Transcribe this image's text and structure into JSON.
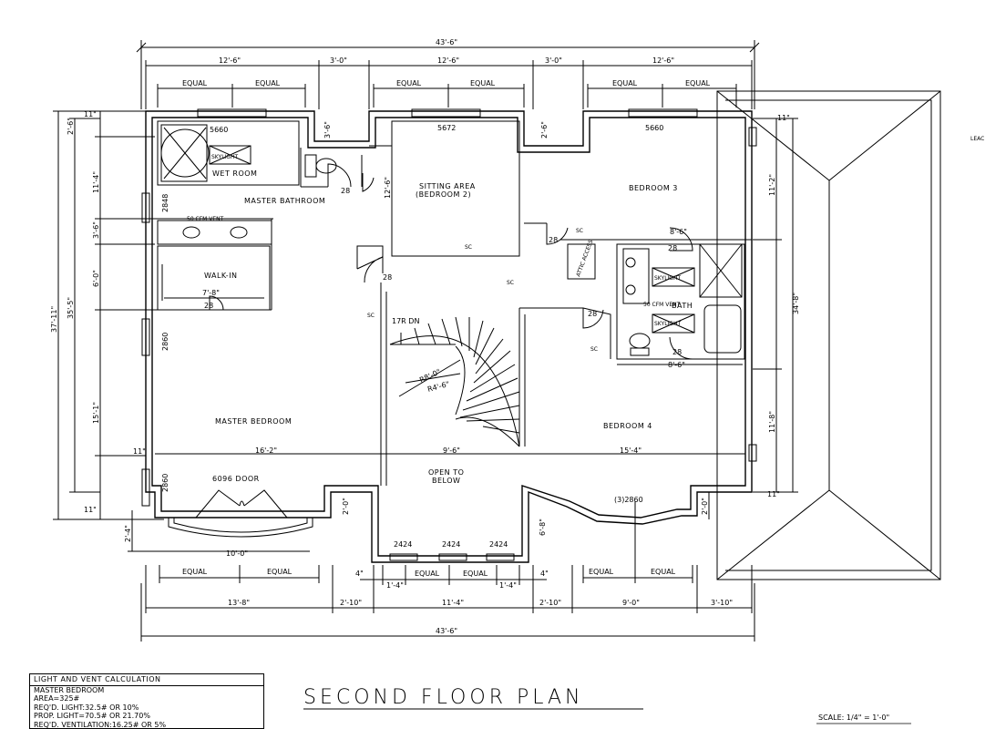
{
  "drawing": {
    "title": "SECOND FLOOR PLAN",
    "scale": "SCALE: 1/4\" = 1'-0\"",
    "edge_label": "LEAC"
  },
  "rooms": {
    "wet_room": "WET ROOM",
    "skylight_wet": "SKYLIGHT",
    "master_bathroom": "MASTER BATHROOM",
    "walk_in": "WALK-IN",
    "master_bedroom": "MASTER BEDROOM",
    "sitting_area_1": "SITTING AREA",
    "sitting_area_2": "(BEDROOM 2)",
    "bedroom3": "BEDROOM 3",
    "bedroom4": "BEDROOM 4",
    "bath": "BATH",
    "skylight_bath1": "SKYLIGHT",
    "skylight_bath2": "SKYLIGHT",
    "open_to_below_1": "OPEN TO",
    "open_to_below_2": "BELOW",
    "attic_access": "ATTIC ACCESS",
    "door_6096": "6096 DOOR",
    "stair_dn": "17R DN",
    "stair_r1": "R8'-0\"",
    "stair_r2": "R4'-6\"",
    "vent_1": "50 CFM VENT",
    "vent_2": "50 CFM VENT"
  },
  "windows": {
    "w1": "5660",
    "w2": "5672",
    "w3": "5660",
    "w4": "2424",
    "w5": "2424",
    "w6": "2424",
    "w7": "(3)2860",
    "w8": "2848",
    "w9": "2860",
    "w10": "2860"
  },
  "smoke": [
    "SC",
    "SC",
    "SC",
    "SC",
    "SC"
  ],
  "doors": [
    "28",
    "28",
    "28",
    "28",
    "28",
    "28",
    "28"
  ],
  "dims_top": {
    "overall": "43'-6\"",
    "seg1": "12'-6\"",
    "seg2": "3'-0\"",
    "seg3": "12'-6\"",
    "seg4": "3'-0\"",
    "seg5": "12'-6\"",
    "eq1": "EQUAL",
    "eq2": "EQUAL",
    "eq3": "EQUAL",
    "eq4": "EQUAL",
    "eq5": "EQUAL",
    "eq6": "EQUAL"
  },
  "dims_bottom": {
    "overall": "43'-6\"",
    "seg1": "13'-8\"",
    "seg2": "2'-10\"",
    "seg3": "11'-4\"",
    "seg4": "2'-10\"",
    "seg5": "9'-0\"",
    "seg6": "3'-10\"",
    "eq1": "EQUAL",
    "eq2": "EQUAL",
    "eq3": "EQUAL",
    "eq4": "EQUAL",
    "eq5": "EQUAL",
    "eq6": "EQUAL",
    "e1": "4\"",
    "e2": "1'-4\"",
    "e3": "1'-4\"",
    "e4": "4\"",
    "bay": "10'-0\""
  },
  "dims_left": {
    "overall": "37'-11\"",
    "inner": "35'-5\"",
    "s1": "2'-6\"",
    "s2": "11'-4\"",
    "s3": "3'-6\"",
    "s4": "6'-0\"",
    "s5": "15'-1\"",
    "s6": "2'-4\"",
    "t1": "11\"",
    "t2": "11\"",
    "t3": "11\""
  },
  "dims_right": {
    "overall": "34'-8\"",
    "s1": "11'-2\"",
    "s2": "11'-8\"",
    "s3": "2'-0\"",
    "t1": "11\"",
    "t2": "11\""
  },
  "dims_interior": {
    "mb_width": "16'-2\"",
    "open_width": "9'-6\"",
    "bed4_width": "15'-4\"",
    "walkin": "7'-8\"",
    "bath_w1": "8'-6\"",
    "bath_w2": "8'-6\"",
    "sit_h": "12'-6\"",
    "wc_w": "3'-6\"",
    "nook_r": "2'-6\"",
    "bay_l": "2'-0\"",
    "well": "6'-8\""
  },
  "calc": {
    "header": "LIGHT AND VENT CALCULATION",
    "l1": "MASTER BEDROOM",
    "l2": "AREA=325#",
    "l3": "REQ'D. LIGHT:32.5# OR 10%",
    "l4": "PROP. LIGHT=70.5# OR 21.70%",
    "l5": "REQ'D. VENTILATION:16.25# OR 5%"
  }
}
